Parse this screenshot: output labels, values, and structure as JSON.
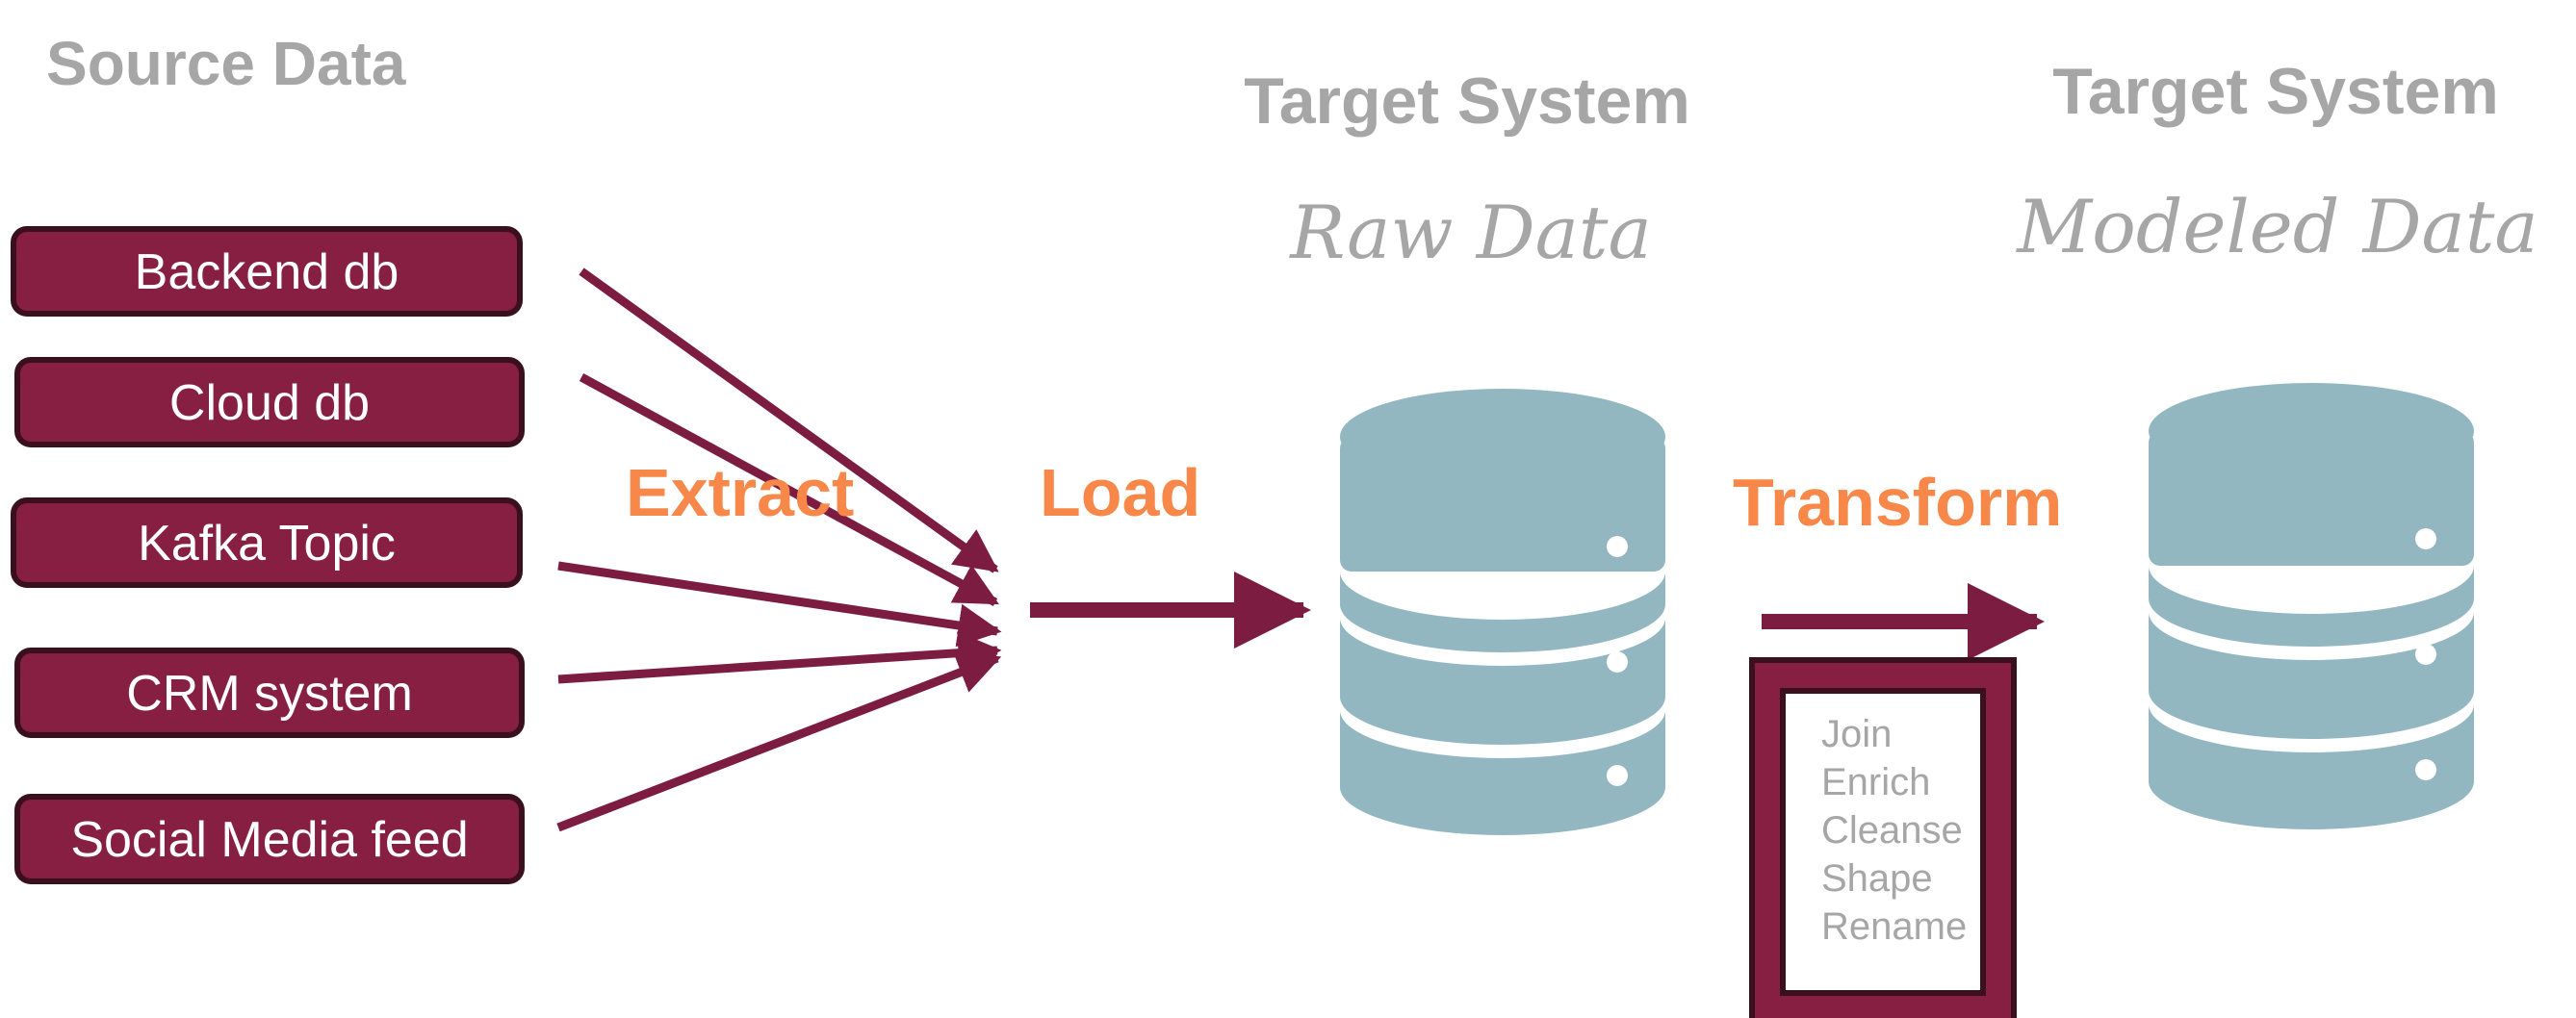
{
  "headings": {
    "source": "Source Data",
    "target_raw": "Target System",
    "target_modeled": "Target System"
  },
  "subheadings": {
    "raw": "Raw Data",
    "modeled": "Modeled Data"
  },
  "sources": [
    "Backend db",
    "Cloud db",
    "Kafka Topic",
    "CRM system",
    "Social Media feed"
  ],
  "stages": {
    "extract": "Extract",
    "load": "Load",
    "transform": "Transform"
  },
  "transform_steps": [
    "Join",
    "Enrich",
    "Cleanse",
    "Shape",
    "Rename"
  ],
  "colors": {
    "source_box": "#861f41",
    "arrow": "#7d1c41",
    "database": "#93b7c0",
    "stage_label": "#f7884a",
    "heading": "#a6a6a6"
  },
  "icons": {
    "raw_store": "database-icon",
    "modeled_store": "database-icon"
  }
}
